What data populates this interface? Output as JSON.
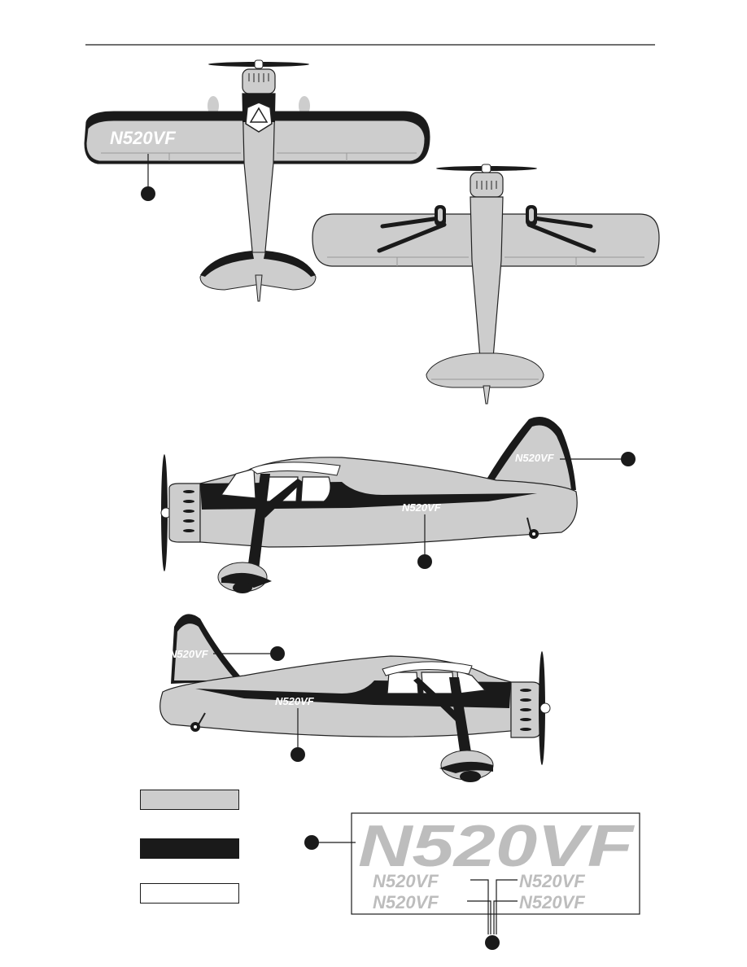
{
  "colors": {
    "body_gray": "#cdcdcd",
    "trim_black": "#1a1a1a",
    "outline": "#222222",
    "white": "#ffffff",
    "decal_gray": "#bdbdbd"
  },
  "registration": "N520VF",
  "legend": {
    "swatches": [
      {
        "name": "gray",
        "color": "#cdcdcd"
      },
      {
        "name": "black",
        "color": "#1a1a1a"
      },
      {
        "name": "white",
        "color": "#ffffff"
      }
    ]
  },
  "decal_sheet": {
    "large": "N520VF",
    "small": [
      "N520VF",
      "N520VF",
      "N520VF",
      "N520VF"
    ]
  },
  "icons": {
    "callout": "filled-circle-callout",
    "propeller": "propeller-icon",
    "wheel": "tailwheel-icon"
  }
}
